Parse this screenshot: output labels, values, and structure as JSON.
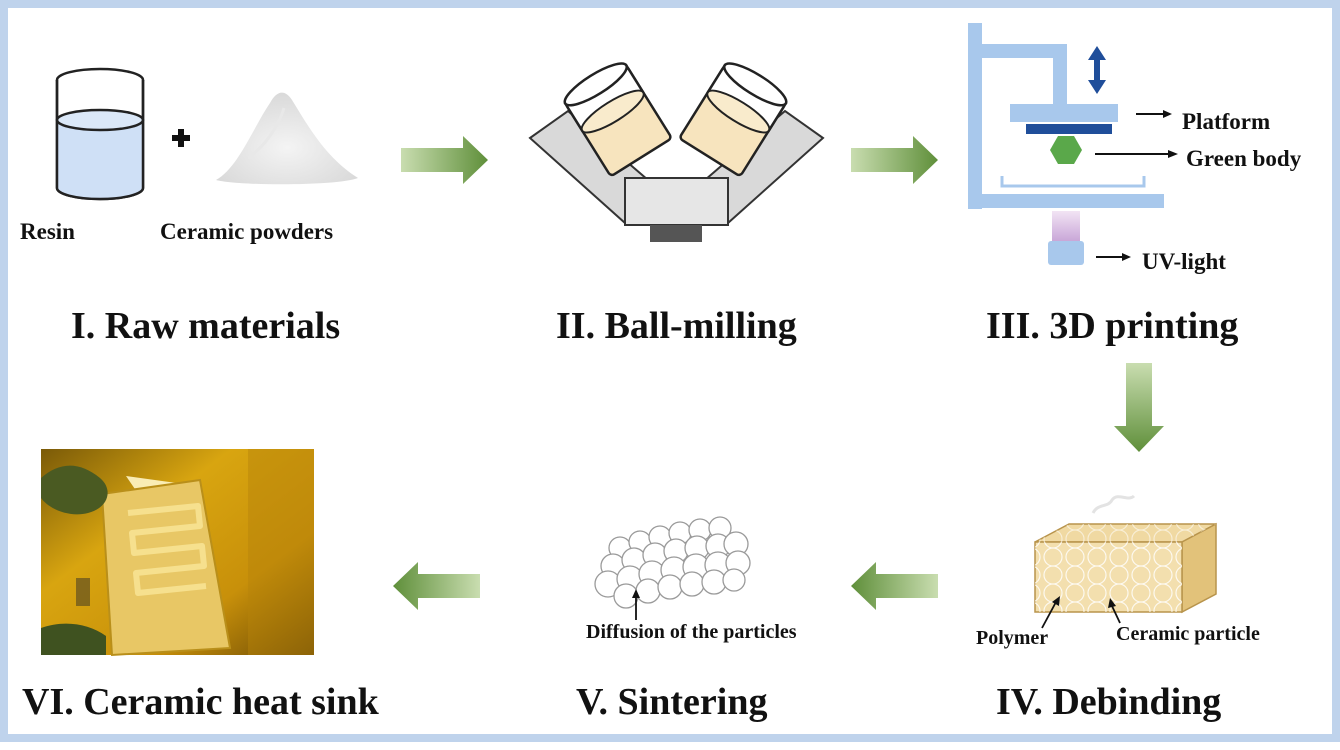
{
  "steps": {
    "s1": "I. Raw materials",
    "s2": "II. Ball-milling",
    "s3": "III. 3D printing",
    "s4": "IV. Debinding",
    "s5": "V. Sintering",
    "s6": "VI. Ceramic heat sink"
  },
  "labels": {
    "resin": "Resin",
    "ceramic_powders": "Ceramic powders",
    "platform": "Platform",
    "green_body": "Green body",
    "uv_light": "UV-light",
    "polymer": "Polymer",
    "ceramic_particle": "Ceramic particle",
    "diffusion": "Diffusion of the particles"
  },
  "colors": {
    "frame": "#bfd3ec",
    "printer": "#a8c8ec",
    "platform_bar": "#1f4e9a",
    "green_body": "#5aa84a",
    "flow_arrow": "#6f9a45",
    "photo_yellow": "#d8a510"
  }
}
